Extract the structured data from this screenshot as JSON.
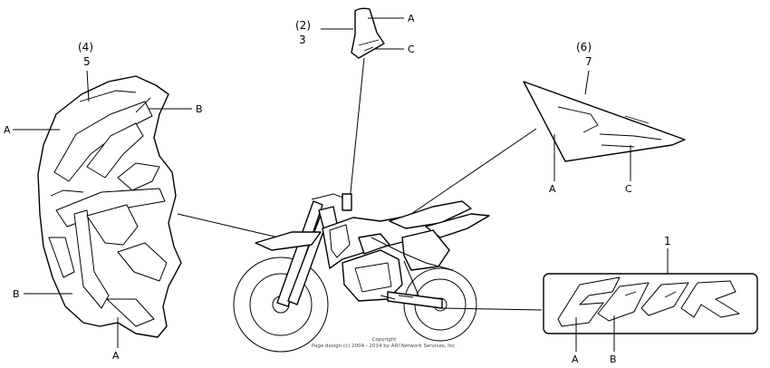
{
  "callouts": {
    "tank_cover_left": {
      "ref": "(4)",
      "part": "5",
      "a_top": "A",
      "b_top": "B",
      "b_bottom": "B",
      "a_bottom": "A"
    },
    "shroud_mark": {
      "ref": "(2)",
      "part": "3",
      "a": "A",
      "c": "C"
    },
    "side_cover": {
      "ref": "(6)",
      "part": "7",
      "a": "A",
      "c": "C"
    },
    "emblem": {
      "part": "1",
      "a": "A",
      "b": "B"
    }
  },
  "copyright": {
    "line1": "Copyright",
    "line2": "Page design (c) 2004 - 2014 by ARI Network Services, Inc."
  }
}
